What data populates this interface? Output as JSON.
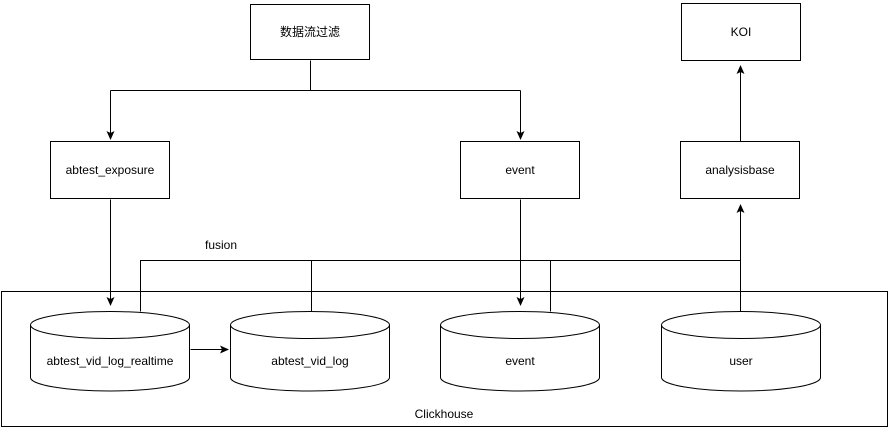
{
  "diagram": {
    "background_color": "#ffffff",
    "stroke_color": "#000000",
    "text_color": "#000000",
    "nodes": {
      "data_stream_filter": {
        "label": "数据流过滤",
        "shape": "rectangle"
      },
      "koi": {
        "label": "KOI",
        "shape": "rectangle"
      },
      "abtest_exposure": {
        "label": "abtest_exposure",
        "shape": "rectangle"
      },
      "event": {
        "label": "event",
        "shape": "rectangle"
      },
      "analysisbase": {
        "label": "analysisbase",
        "shape": "rectangle"
      }
    },
    "clickhouse_container": {
      "label": "Clickhouse"
    },
    "cylinders": [
      {
        "id": "abtest_vid_log_realtime",
        "label": "abtest_vid_log_realtime"
      },
      {
        "id": "abtest_vid_log",
        "label": "abtest_vid_log"
      },
      {
        "id": "event_cylinder",
        "label": "event"
      },
      {
        "id": "user",
        "label": "user"
      }
    ],
    "edges": [
      {
        "from": "data_stream_filter",
        "to": "abtest_exposure",
        "arrow": true
      },
      {
        "from": "data_stream_filter",
        "to": "event",
        "arrow": true
      },
      {
        "from": "abtest_exposure",
        "to": "abtest_vid_log_realtime",
        "arrow": true
      },
      {
        "from": "event",
        "to": "event_cylinder",
        "arrow": true
      },
      {
        "from": "abtest_vid_log_realtime",
        "to": "abtest_vid_log",
        "arrow": true
      },
      {
        "from": "abtest_vid_log_realtime,abtest_vid_log,event_cylinder,user",
        "to": "analysisbase",
        "arrow": true,
        "label": "fusion"
      },
      {
        "from": "analysisbase",
        "to": "koi",
        "arrow": true
      }
    ]
  }
}
